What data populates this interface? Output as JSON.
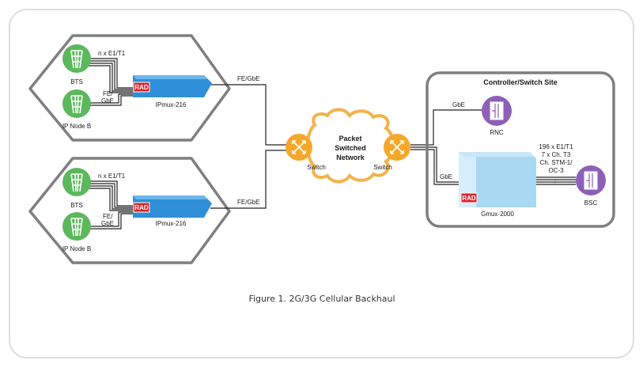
{
  "colors": {
    "outline": "#7f7f7f",
    "site_fill": "#ffffff",
    "card_border": "#dddddd",
    "antenna_green": "#5cb85c",
    "ipmux_blue": "#2e8fd8",
    "gmux_blue": "#a9d8f2",
    "rad_red": "#d9232a",
    "switch_orange": "#f4a82b",
    "cloud_orange": "#f4b24a",
    "node_purple": "#8e5fb8",
    "line": "#222222"
  },
  "sites": [
    {
      "bts_label": "BTS",
      "nodeb_label": "IP Node B",
      "link_top_label": "n x E1/T1",
      "link_low_label_line1": "FE/",
      "link_low_label_line2": "GbE",
      "rad_label": "RAD",
      "device_label": "IPmux-216",
      "uplink_label": "FE/GbE"
    },
    {
      "bts_label": "BTS",
      "nodeb_label": "IP Node B",
      "link_top_label": "n x E1/T1",
      "link_low_label_line1": "FE/",
      "link_low_label_line2": "GbE",
      "rad_label": "RAD",
      "device_label": "IPmux-216",
      "uplink_label": "FE/GbE"
    }
  ],
  "network": {
    "title_line1": "Packet",
    "title_line2": "Switched",
    "title_line3": "Network",
    "switch_left_label": "Switch",
    "switch_right_label": "Switch"
  },
  "controller": {
    "title": "Controller/Switch Site",
    "rnc_label": "RNC",
    "rnc_link_label": "GbE",
    "gmux_link_label": "GbE",
    "rad_label": "RAD",
    "gmux_label": "Gmux-2000",
    "bsc_label": "BSC",
    "bsc_link_line1": "196 x E1/T1",
    "bsc_link_line2": "7 x Ch. T3",
    "bsc_link_line3": "Ch. STM-1/",
    "bsc_link_line4": "OC-3"
  },
  "caption": "Figure 1.  2G/3G Cellular Backhaul"
}
